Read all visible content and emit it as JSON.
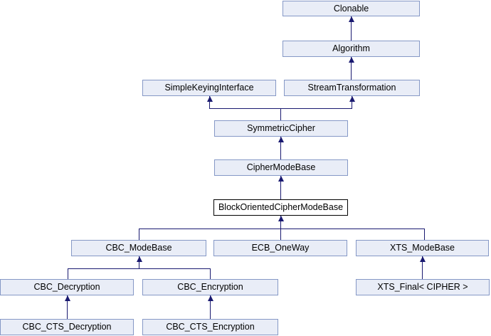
{
  "diagram": {
    "kind": "class-inheritance-graph",
    "colors": {
      "background": "#ffffff",
      "node_fill": "#e9edf7",
      "node_border": "#8598c6",
      "current_fill": "#ffffff",
      "current_border": "#000000",
      "text": "#000000",
      "edge": "#191970"
    },
    "nodes": [
      {
        "id": "clonable",
        "label": "Clonable"
      },
      {
        "id": "algorithm",
        "label": "Algorithm"
      },
      {
        "id": "simple_keying_interface",
        "label": "SimpleKeyingInterface"
      },
      {
        "id": "stream_transformation",
        "label": "StreamTransformation"
      },
      {
        "id": "symmetric_cipher",
        "label": "SymmetricCipher"
      },
      {
        "id": "cipher_mode_base",
        "label": "CipherModeBase"
      },
      {
        "id": "block_oriented_cipher_mode_base",
        "label": "BlockOrientedCipherModeBase",
        "highlight": true
      },
      {
        "id": "cbc_mode_base",
        "label": "CBC_ModeBase"
      },
      {
        "id": "ecb_one_way",
        "label": "ECB_OneWay"
      },
      {
        "id": "xts_mode_base",
        "label": "XTS_ModeBase"
      },
      {
        "id": "cbc_decryption",
        "label": "CBC_Decryption"
      },
      {
        "id": "cbc_encryption",
        "label": "CBC_Encryption"
      },
      {
        "id": "xts_final",
        "label": "XTS_Final< CIPHER >"
      },
      {
        "id": "cbc_cts_decryption",
        "label": "CBC_CTS_Decryption"
      },
      {
        "id": "cbc_cts_encryption",
        "label": "CBC_CTS_Encryption"
      }
    ],
    "edges": [
      {
        "child": "Algorithm",
        "parent": "Clonable"
      },
      {
        "child": "StreamTransformation",
        "parent": "Algorithm"
      },
      {
        "child": "SymmetricCipher",
        "parent": "SimpleKeyingInterface"
      },
      {
        "child": "SymmetricCipher",
        "parent": "StreamTransformation"
      },
      {
        "child": "CipherModeBase",
        "parent": "SymmetricCipher"
      },
      {
        "child": "BlockOrientedCipherModeBase",
        "parent": "CipherModeBase"
      },
      {
        "child": "CBC_ModeBase",
        "parent": "BlockOrientedCipherModeBase"
      },
      {
        "child": "ECB_OneWay",
        "parent": "BlockOrientedCipherModeBase"
      },
      {
        "child": "XTS_ModeBase",
        "parent": "BlockOrientedCipherModeBase"
      },
      {
        "child": "CBC_Decryption",
        "parent": "CBC_ModeBase"
      },
      {
        "child": "CBC_Encryption",
        "parent": "CBC_ModeBase"
      },
      {
        "child": "XTS_Final< CIPHER >",
        "parent": "XTS_ModeBase"
      },
      {
        "child": "CBC_CTS_Decryption",
        "parent": "CBC_Decryption"
      },
      {
        "child": "CBC_CTS_Encryption",
        "parent": "CBC_Encryption"
      }
    ]
  }
}
